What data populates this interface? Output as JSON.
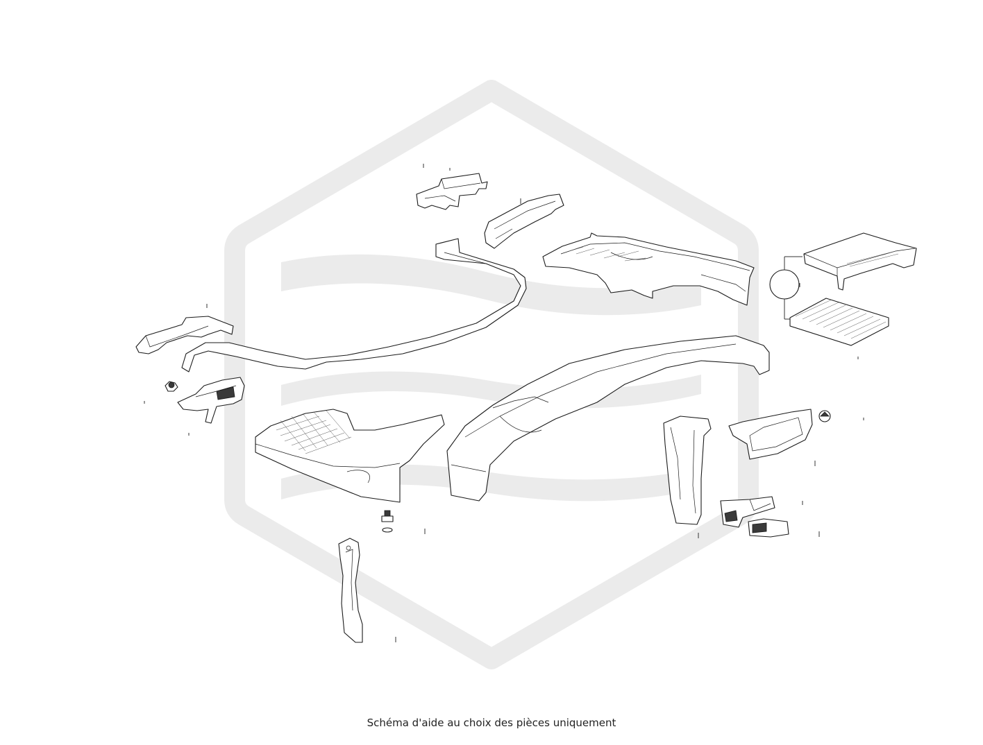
{
  "caption": "Schéma d'aide au choix des pièces uniquement",
  "watermark": {
    "icon": "hexagon-logo-icon",
    "color": "#ebebeb"
  },
  "parts": [
    "upper-bracket-part",
    "upper-mount-bracket-part",
    "cowl-panel-right-part",
    "filter-housing-part",
    "cabin-filter-part",
    "left-side-bracket-part",
    "hose-part",
    "nut-part",
    "left-lower-bracket-part",
    "cowl-grille-left-part",
    "screw-washer-part",
    "center-cowl-panel-part",
    "left-pillar-bracket-part",
    "right-pillar-bracket-part",
    "right-duct-part",
    "clip-part",
    "sensor-bracket-part",
    "connector-part"
  ]
}
